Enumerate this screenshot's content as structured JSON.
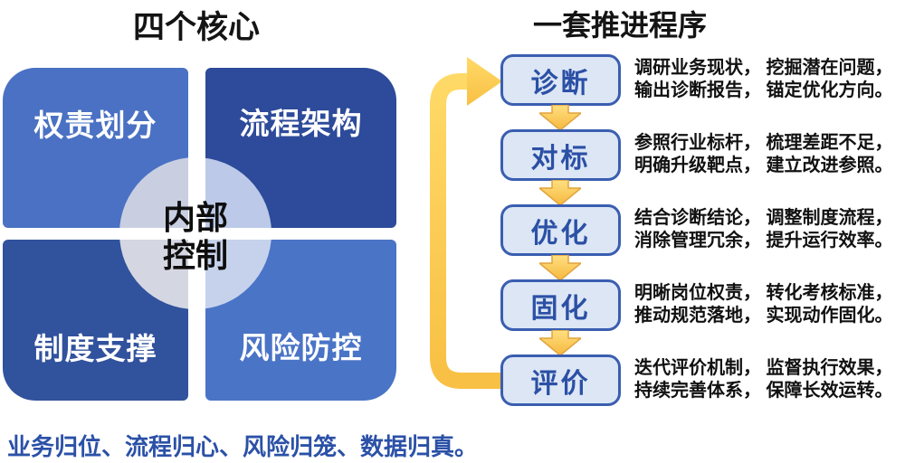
{
  "left_panel": {
    "title": "四个核心",
    "quadrants": [
      {
        "label": "权责划分",
        "color": "#4A71C3"
      },
      {
        "label": "流程架构",
        "color": "#2D4B9A"
      },
      {
        "label": "制度支撑",
        "color": "#31529D"
      },
      {
        "label": "风险防控",
        "color": "#4A74C6"
      }
    ],
    "center": {
      "line1": "内部",
      "line2": "控制"
    }
  },
  "right_panel": {
    "title": "一套推进程序",
    "steps": [
      {
        "label": "诊断",
        "desc1": "调研业务现状， 挖掘潜在问题，",
        "desc2": "输出诊断报告， 锚定优化方向。"
      },
      {
        "label": "对标",
        "desc1": "参照行业标杆， 梳理差距不足，",
        "desc2": "明确升级靶点， 建立改进参照。"
      },
      {
        "label": "优化",
        "desc1": "结合诊断结论， 调整制度流程，",
        "desc2": "消除管理冗余， 提升运行效率。"
      },
      {
        "label": "固化",
        "desc1": "明晰岗位权责， 转化考核标准，",
        "desc2": "推动规范落地， 实现动作固化。"
      },
      {
        "label": "评价",
        "desc1": "迭代评价机制， 监督执行效果，",
        "desc2": "持续完善体系， 保障长效运转。"
      }
    ]
  },
  "footer": {
    "caption": "业务归位、流程归心、风险归笼、数据归真。"
  },
  "colors": {
    "quadrant_light_blue": "#4A71C3",
    "quadrant_dark_blue": "#2D4B9A",
    "circle_fill": "#C9D2E6",
    "step_box_fill": "#DCE6F5",
    "step_box_border": "#3A5EB0",
    "step_label_blue": "#2B50A5",
    "arrow_gold": "#F8C044",
    "arrow_gold_light": "#FFE081",
    "caption_blue": "#2B51A7",
    "title_black": "#141414",
    "quadrant_text": "#FFFFFF"
  }
}
